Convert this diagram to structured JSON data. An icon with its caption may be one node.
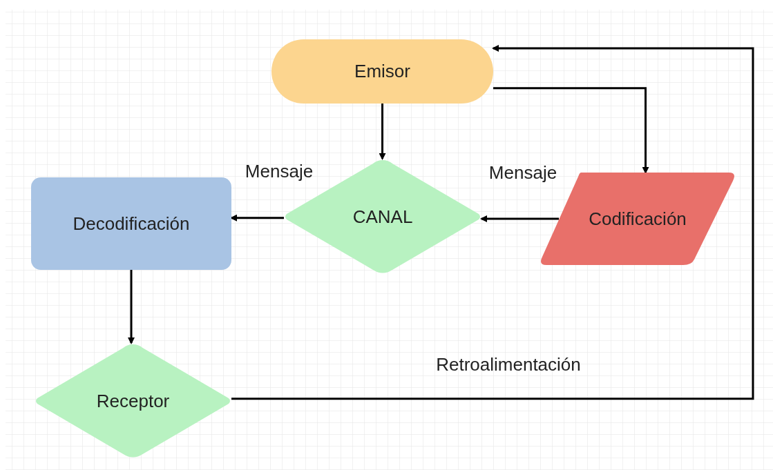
{
  "diagram": {
    "nodes": [
      {
        "text": [
          "Emisor"
        ]
      },
      {
        "text": [
          "CANAL"
        ]
      },
      {
        "text": [
          "Decodificación"
        ]
      },
      {
        "text": [
          "Codificación"
        ]
      },
      {
        "text": [
          "Receptor"
        ]
      }
    ],
    "edges": [
      {
        "from": 0,
        "to": 1,
        "arrow": "to"
      },
      {
        "from": 0,
        "to": 3,
        "arrow": "to"
      },
      {
        "from": 3,
        "to": 1,
        "arrow": "to",
        "label": "Mensaje"
      },
      {
        "from": 1,
        "to": 2,
        "arrow": "to",
        "label": "Mensaje"
      },
      {
        "from": 2,
        "to": 4,
        "arrow": "to"
      },
      {
        "from": 4,
        "to": 0,
        "arrow": "to",
        "label": "Retroalimentación"
      }
    ]
  }
}
